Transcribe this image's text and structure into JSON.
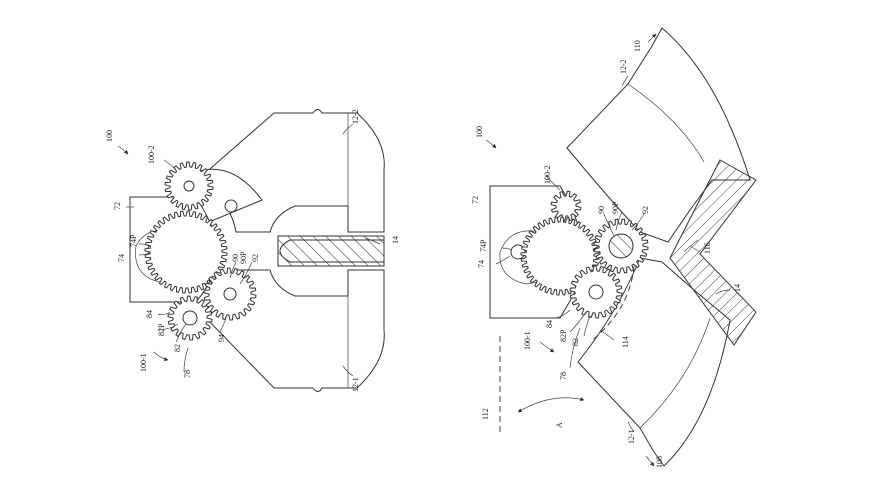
{
  "figure_left": {
    "labels": {
      "ref_100": "100",
      "ref_100_2": "100-2",
      "ref_72": "72",
      "ref_74p": "74P",
      "ref_74": "74",
      "ref_84": "84",
      "ref_82p": "82P",
      "ref_82": "82",
      "ref_78": "78",
      "ref_100_1": "100-1",
      "ref_90": "90",
      "ref_90p": "90P",
      "ref_92": "92",
      "ref_94": "94",
      "ref_12_2": "12-2",
      "ref_12_1": "12-1",
      "ref_14": "14"
    }
  },
  "figure_right": {
    "labels": {
      "ref_100": "100",
      "ref_100_2": "100-2",
      "ref_72": "72",
      "ref_74p": "74P",
      "ref_74": "74",
      "ref_84": "84",
      "ref_82p": "82P",
      "ref_82": "82",
      "ref_78": "78",
      "ref_100_1": "100-1",
      "ref_90": "90",
      "ref_90p": "90P",
      "ref_92": "92",
      "ref_12_2": "12-2",
      "ref_12_1": "12-1",
      "ref_110": "110",
      "ref_108": "108",
      "ref_116": "116",
      "ref_14": "14",
      "ref_114": "114",
      "ref_112": "112",
      "ref_a": "A"
    }
  }
}
